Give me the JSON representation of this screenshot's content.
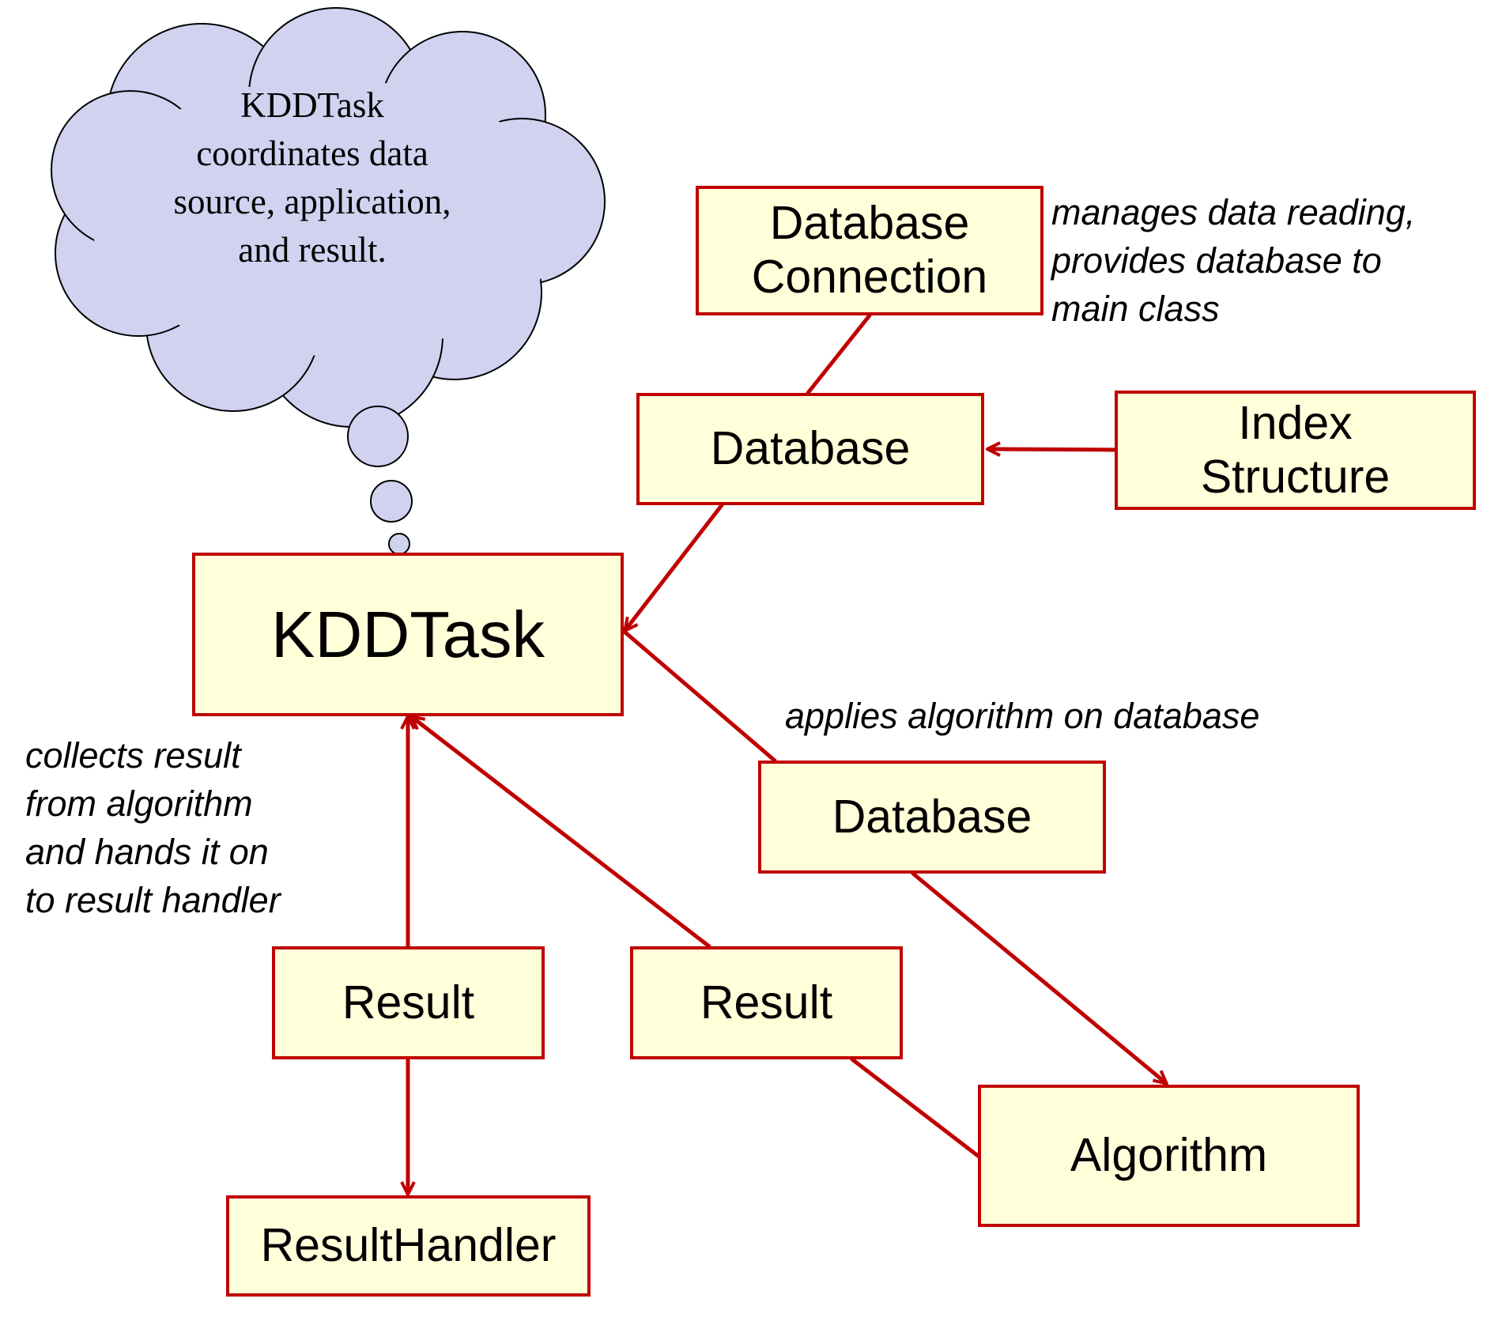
{
  "colors": {
    "box_fill": "#ffffd9",
    "box_border": "#c00000",
    "arrow": "#c00000",
    "cloud_fill": "#d0d2f0",
    "cloud_stroke": "#000000"
  },
  "cloud": {
    "text": "KDDTask\ncoordinates data\nsource, application,\nand result."
  },
  "nodes": {
    "database_connection": "Database\nConnection",
    "database_top": "Database",
    "index_structure": "Index\nStructure",
    "kddtask": "KDDTask",
    "database_mid": "Database",
    "result_left": "Result",
    "result_mid": "Result",
    "algorithm": "Algorithm",
    "result_handler": "ResultHandler"
  },
  "notes": {
    "database_connection": "manages data reading,\nprovides database to\nmain class",
    "algorithm_application": "applies algorithm on database",
    "result_collection": "collects result\nfrom algorithm\nand hands it on\nto result handler"
  }
}
